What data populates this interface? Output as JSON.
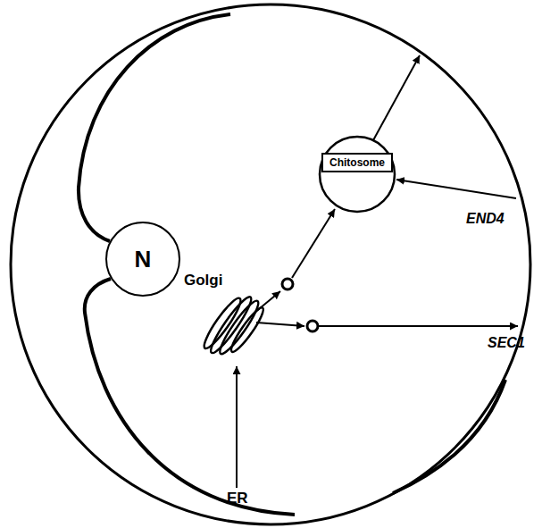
{
  "diagram": {
    "nodes": [
      {
        "text": [
          "Chitosome"
        ]
      },
      {
        "text": [
          "N"
        ]
      }
    ],
    "labels": [
      "Golgi",
      "END4",
      "SEC1",
      "ER"
    ]
  }
}
